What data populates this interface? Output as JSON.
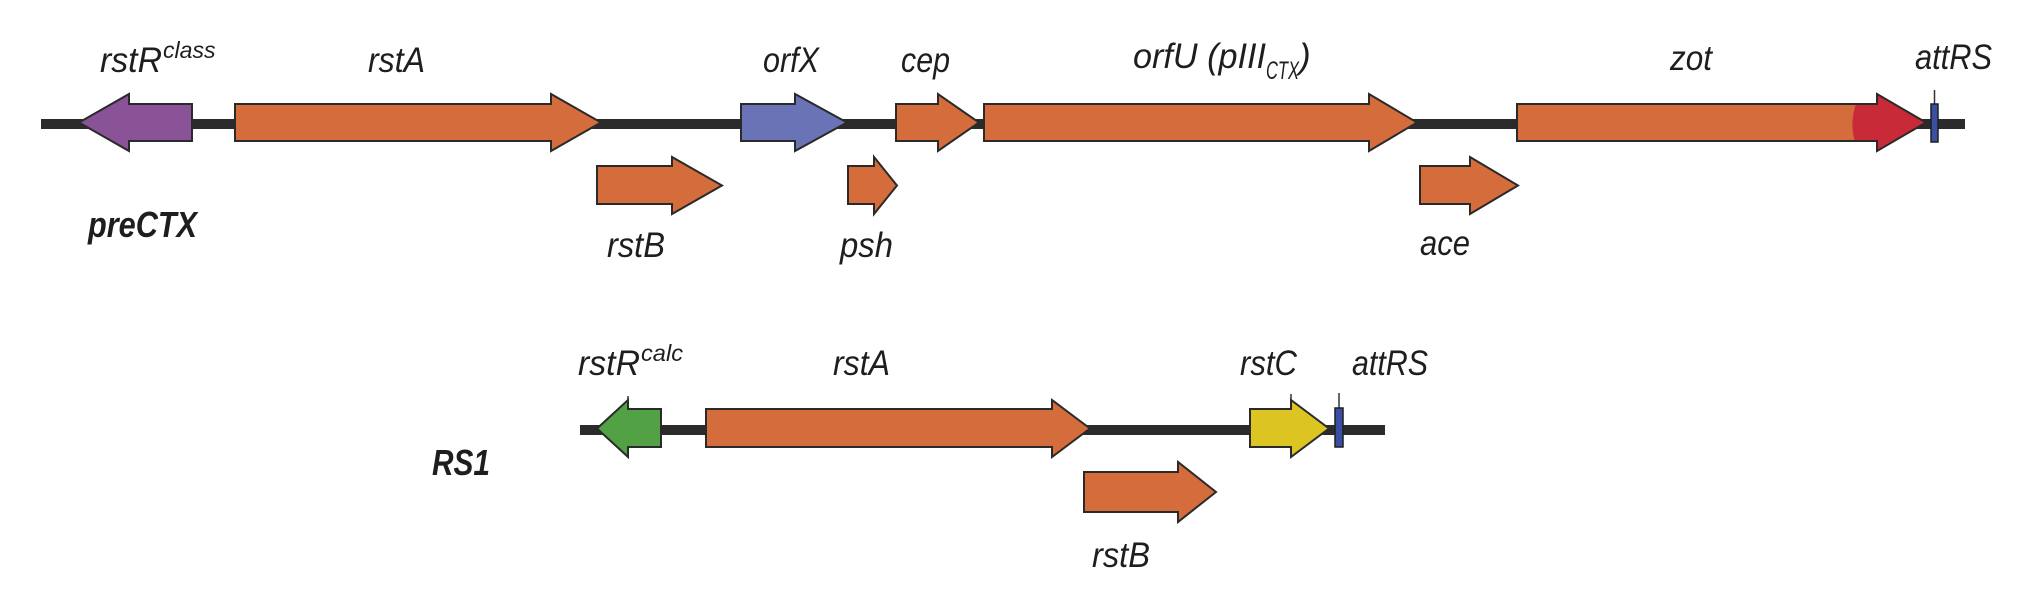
{
  "figure": {
    "colors": {
      "backbone": "#2b2b2b",
      "orange": "#d46c3c",
      "purple": "#8a5297",
      "blue_gene": "#6a73b5",
      "red_domain": "#c82a38",
      "green": "#52a145",
      "yellow": "#dcc523",
      "att_site": "#3a4fa3"
    },
    "elements": [
      {
        "name": "preCTX",
        "label": "preCTX",
        "genes": [
          {
            "id": "rstR",
            "label": "rstR",
            "superscript": "class",
            "strand": "-",
            "color": "purple",
            "track": "main"
          },
          {
            "id": "rstA",
            "label": "rstA",
            "strand": "+",
            "color": "orange",
            "track": "main"
          },
          {
            "id": "rstB",
            "label": "rstB",
            "strand": "+",
            "color": "orange",
            "track": "lower"
          },
          {
            "id": "orfX",
            "label": "orfX",
            "strand": "+",
            "color": "blue_gene",
            "track": "main"
          },
          {
            "id": "psh",
            "label": "psh",
            "strand": "+",
            "color": "orange",
            "track": "lower"
          },
          {
            "id": "cep",
            "label": "cep",
            "strand": "+",
            "color": "orange",
            "track": "main"
          },
          {
            "id": "orfU",
            "label": "orfU (pIII",
            "subscript": "CTX",
            "suffix": ")",
            "strand": "+",
            "color": "orange",
            "track": "main"
          },
          {
            "id": "ace",
            "label": "ace",
            "strand": "+",
            "color": "orange",
            "track": "lower"
          },
          {
            "id": "zot",
            "label": "zot",
            "strand": "+",
            "color": "orange",
            "track": "main",
            "highlight_end_color": "red_domain"
          }
        ],
        "site": {
          "label": "attRS",
          "color": "att_site"
        }
      },
      {
        "name": "RS1",
        "label": "RS1",
        "genes": [
          {
            "id": "rstR",
            "label": "rstR",
            "superscript": "calc",
            "strand": "-",
            "color": "green",
            "track": "main"
          },
          {
            "id": "rstA",
            "label": "rstA",
            "strand": "+",
            "color": "orange",
            "track": "main"
          },
          {
            "id": "rstB",
            "label": "rstB",
            "strand": "+",
            "color": "orange",
            "track": "lower"
          },
          {
            "id": "rstC",
            "label": "rstC",
            "strand": "+",
            "color": "yellow",
            "track": "main"
          }
        ],
        "site": {
          "label": "attRS",
          "color": "att_site"
        }
      }
    ]
  }
}
